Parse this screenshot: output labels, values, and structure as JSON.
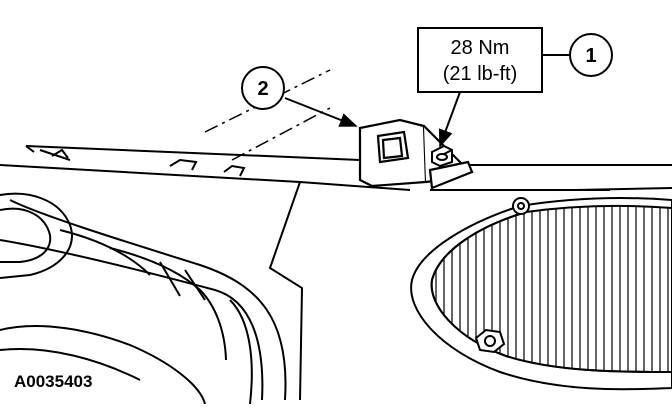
{
  "callouts": [
    {
      "number": "1",
      "target": "bracket-bolt"
    },
    {
      "number": "2",
      "target": "bracket"
    }
  ],
  "torque_spec": {
    "metric": "28 Nm",
    "imperial": "(21 lb-ft)"
  },
  "figure_id": "A0035403"
}
